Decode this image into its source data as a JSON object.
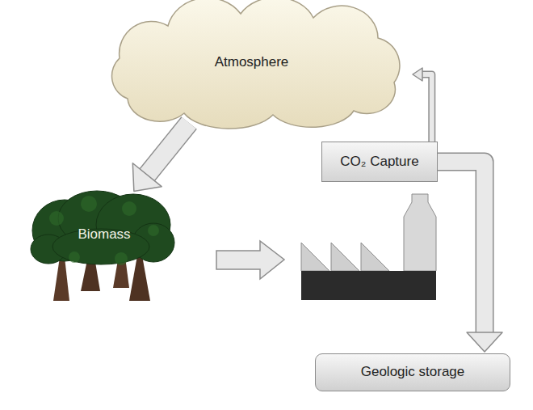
{
  "diagram": {
    "nodes": [
      {
        "text": [
          "Atmosphere"
        ]
      },
      {
        "text": [
          "Biomass"
        ]
      },
      {
        "text": [
          "CO₂ Capture"
        ]
      },
      {
        "text": [
          "Geologic storage"
        ]
      }
    ],
    "edges": [
      {
        "from": 0,
        "to": 1,
        "arrow": "to"
      },
      {
        "from": 2,
        "to": 0,
        "arrow": "to"
      },
      {
        "from": 2,
        "to": 3,
        "arrow": "to"
      }
    ]
  }
}
